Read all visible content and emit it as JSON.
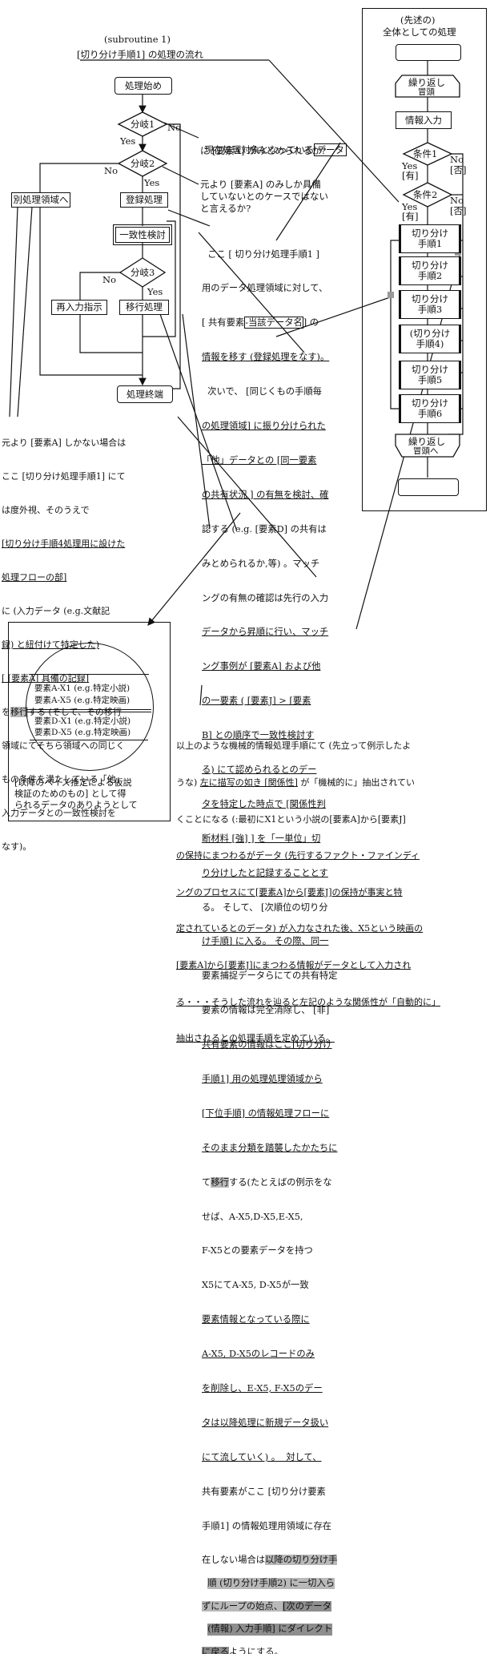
{
  "left_flow": {
    "header_line1": "(subroutine 1)",
    "header_line2": "[切り分け手順1] の処理の流れ",
    "start": "処理始め",
    "branch1": "分岐1",
    "branch2": "分岐2",
    "branch3": "分岐3",
    "yes": "Yes",
    "no": "No",
    "other_area": "別処理領域へ",
    "register": "登録処理",
    "consistency": "一致性検討",
    "reinput": "再入力指示",
    "migrate": "移行処理",
    "end": "処理終端"
  },
  "right_flow": {
    "header_line1": "(先述の)",
    "header_line2": "全体としての処理",
    "loop_start_line1": "繰り返し",
    "loop_start_line2": "冒頭",
    "info_input": "情報入力",
    "cond1": "条件1",
    "cond2": "条件2",
    "yes": "Yes",
    "no": "No",
    "yes_bracket": "[有]",
    "no_bracket": "[否]",
    "steps": [
      {
        "l1": "切り分け",
        "l2": "手順1"
      },
      {
        "l1": "切り分け",
        "l2": "手順2"
      },
      {
        "l1": "切り分け",
        "l2": "手順3"
      },
      {
        "l1": "(切り分け",
        "l2": "手順4)"
      },
      {
        "l1": "切り分け",
        "l2": "手順5"
      },
      {
        "l1": "切り分け",
        "l2": "手順6"
      }
    ],
    "loop_end_line1": "繰り返し",
    "loop_end_line2": "冒頭へ"
  },
  "q1": {
    "line1a": "現在処理対象となっている",
    "line1b": "データ",
    "line2": "に [要素A] がみとめられるか?"
  },
  "q2": {
    "lines": [
      "元より [要素A] のみしか具備",
      "していないとのケースではない",
      "と言えるか?"
    ]
  },
  "left_note": {
    "l1": "元より [要素A] しかない場合は",
    "l2": "ここ [切り分け処理手順1] にて",
    "l3": "は度外視、そのうえで",
    "l4": "[切り分け手順4処理用に設けた",
    "l5": "処理フローの部]",
    "l6": "に (入力データ (e.g.文献記",
    "l7": "録) と紐付けて特定した)",
    "l8": "[ [要素A] 具備の記録]",
    "l9a": "を",
    "l9b": "移行",
    "l9c": "する (そして、その移行",
    "l10": "領域にてそちら領域への同じく",
    "l11": "もの条件を満たしている「他」",
    "l12": "入力データとの一致性検討を",
    "l13": "なす)。"
  },
  "center_text": {
    "c1": "  ここ [ 切り分け処理手順1 ]",
    "c2a": "用のデータ処理領域に対して、",
    "c3a": "[ 共有要素",
    "c3b": "-当該データ名",
    "c3c": "] の",
    "c4": "情報を移す (登録処理をなす)。",
    "c5": "  次いで、 [同じくもの手順毎",
    "c6": "の処理領域] に振り分けられた",
    "c7": "「他」データとの [同一要素",
    "c8": "の共有状況 ] の有無を検討、確",
    "c9": "認する (e.g. [要素D] の共有は",
    "c10": "みとめられるか,等) 。マッチ",
    "c11": "ングの有無の確認は先行の入力",
    "c12": "データから昇順に行い、マッチ",
    "c13": "ング事例が [要素A] および他",
    "c14": "の一要素 ( [要素J] > [要素",
    "c15": "B] との順序で一致性検討す",
    "c16": "る) にて認められるとのデー",
    "c17": "タを特定した時点で [関係性判",
    "c18": "断材料 [強] ] を「一単位」切",
    "c19": "り分けしたと記録することとす",
    "c20": "る。 そして、 [次順位の切り分",
    "c21": "け手順] に入る。 その際、同一",
    "c22": "要素捕捉データらにての共有特定",
    "c23": "要素の情報は完全消除し、 [非]",
    "c24": "共有要素の情報はここ[切り分け",
    "c25": "手順1] 用の処理処理領域から",
    "c26": "[下位手順] の情報処理フローに",
    "c27": "そのまま分類を踏襲したかたちに",
    "c28a": "て",
    "c28b": "移行",
    "c28c": "する(たとえばの例示をな",
    "c29": "せば、A-X5,D-X5,E-X5,",
    "c30": "F-X5との要素データを持つ",
    "c31": "X5にてA-X5, D-X5が一致",
    "c32": "要素情報となっている際に",
    "c33": "A-X5, D-X5のレコードのみ",
    "c34": "を削除し、E-X5, F-X5のデー",
    "c35": "タは以降処理に新規データ扱い",
    "c36": "にて流していく) 。  対して、",
    "c37": "共有要素がここ [切り分け要素",
    "c38": "手順1] の情報処理用領域に存在",
    "c39a": "在しない場合は",
    "c39b": "以降の切り分け手",
    "c40": "順 (切り分け手順2) に一切入ら",
    "c41a": "ずにループの始点、",
    "c41b": "[次のデータ",
    "c42": "(情報) 入力手順] にダイレクト",
    "c43a": "に戻る",
    "c43b": "ようにする。"
  },
  "circle": {
    "r1": "要素A-X1 (e.g.特定小説)",
    "r2": "要素A-X5 (e.g.特定映画)",
    "r3": "要素D-X1 (e.g.特定小説)",
    "r4": "要素D-X5 (e.g.特定映画)",
    "cap1": "[以降のベイズ推定による仮説",
    "cap2": "検証のためのもの] として得",
    "cap3": "られるデータのありようとして"
  },
  "bottom_text": {
    "b1": "以上のような機械的情報処理手順にて (先立って例示したよ",
    "b2a": "うな) ",
    "b2b": "左に描写の如き [関係性]",
    "b2c": " が「機械的に」抽出されてい",
    "b3": "くことになる (:最初にX1という小説の[要素A]から[要素J]",
    "b4": "の保持にまつわるがデータ (先行するファクト・ファインディ",
    "b5": "ングのプロセスにて[要素A]から[要素J]の保持が事実と特",
    "b6": "定されているとのデータ) が入力なされた後、X5という映画の",
    "b7": "[要素A]から[要素J]にまつわる情報がデータとして入力され",
    "b8": "る・・・そうした流れを辿ると左記のような関係性が「自動的に」",
    "b9": "抽出されるとの処理手順を定めている。"
  }
}
